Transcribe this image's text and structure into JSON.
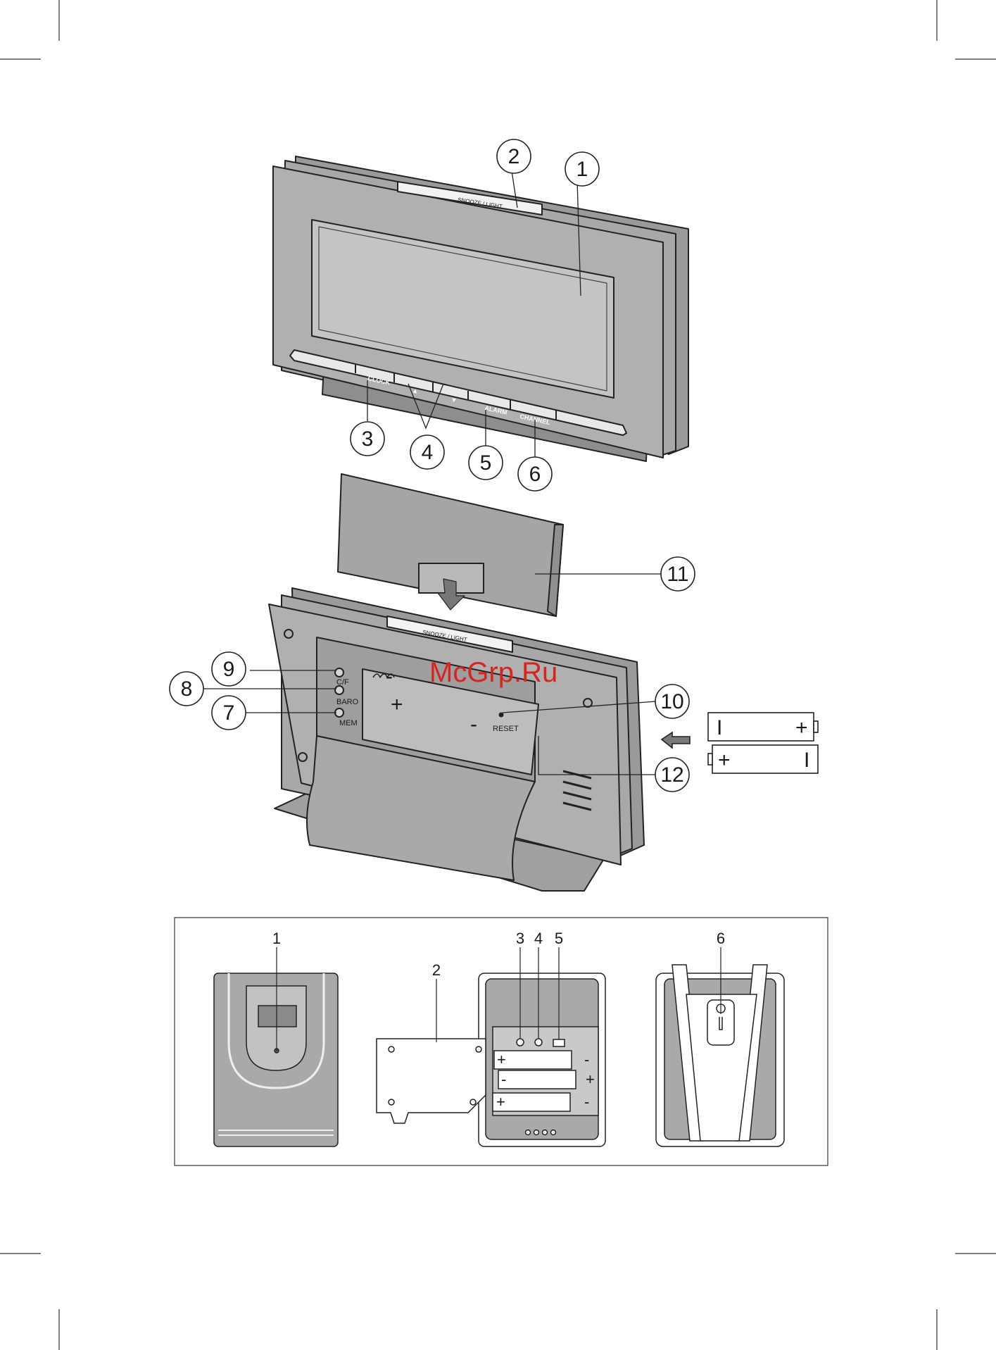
{
  "watermark": "McGrp.Ru",
  "main_device": {
    "top_button_label": "SNOOZE / LIGHT",
    "front_buttons": [
      "CLOCK",
      "▲",
      "▼",
      "ALARM",
      "CHANNEL"
    ],
    "back_top_label": "SNOOZE / LIGHT",
    "side_buttons": [
      "C/F",
      "BARO",
      "MEM"
    ],
    "reset_label": "RESET",
    "battery_plus": "+",
    "battery_minus": "-"
  },
  "callouts": [
    "1",
    "2",
    "3",
    "4",
    "5",
    "6",
    "7",
    "8",
    "9",
    "10",
    "11",
    "12"
  ],
  "batteries": [
    {
      "left": "I",
      "right": "+"
    },
    {
      "left": "+",
      "right": "I"
    }
  ],
  "sensor_panel": {
    "labels": [
      "1",
      "2",
      "3",
      "4",
      "5",
      "6"
    ],
    "battery_signs": [
      [
        "+",
        "-"
      ],
      [
        "-",
        "+"
      ],
      [
        "+",
        "-"
      ]
    ]
  }
}
